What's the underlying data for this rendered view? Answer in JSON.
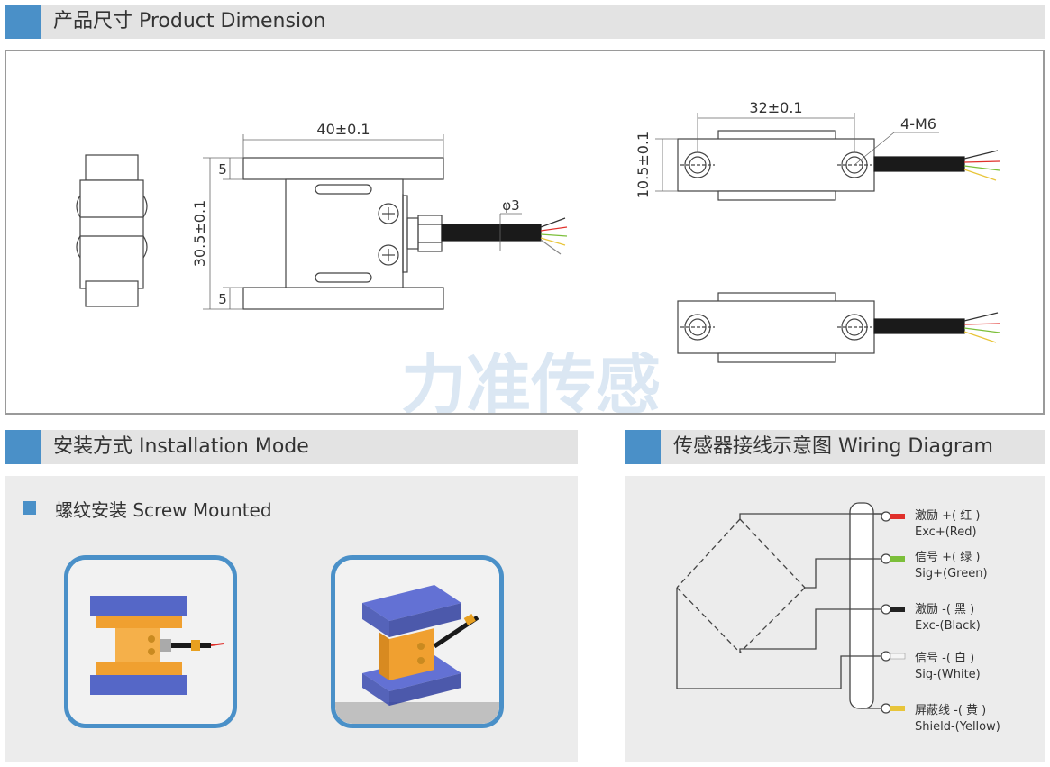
{
  "sections": {
    "dimension": {
      "title": "产品尺寸 Product Dimension"
    },
    "installation": {
      "title": "安装方式 Installation Mode",
      "subtitle": "螺纹安装 Screw Mounted"
    },
    "wiring": {
      "title": "传感器接线示意图 Wiring Diagram"
    }
  },
  "dimensions": {
    "width_top": "40±0.1",
    "height_side": "30.5±0.1",
    "gap_top": "5",
    "gap_bottom": "5",
    "cable_dia": "φ3",
    "hole_span": "32±0.1",
    "thread": "4-M6",
    "body_height": "10.5±0.1"
  },
  "watermark": "力准传感",
  "wiring": {
    "wires": [
      {
        "cn": "激励 +( 红 )",
        "en": "Exc+(Red)",
        "color": "#e0302b"
      },
      {
        "cn": "信号 +( 绿 )",
        "en": "Sig+(Green)",
        "color": "#7cbf3a"
      },
      {
        "cn": "激励 -( 黑 )",
        "en": "Exc-(Black)",
        "color": "#222222"
      },
      {
        "cn": "信号 -( 白 )",
        "en": "Sig-(White)",
        "color": "#eeeeee"
      },
      {
        "cn": "屏蔽线 -( 黄 )",
        "en": "Shield-(Yellow)",
        "color": "#e8c53a"
      }
    ]
  },
  "colors": {
    "accent": "#4a90c8",
    "header_bg": "#e3e3e3",
    "panel_bg": "#ececec",
    "load_cell": "#f0a030",
    "fixture": "#3a4fbf"
  }
}
